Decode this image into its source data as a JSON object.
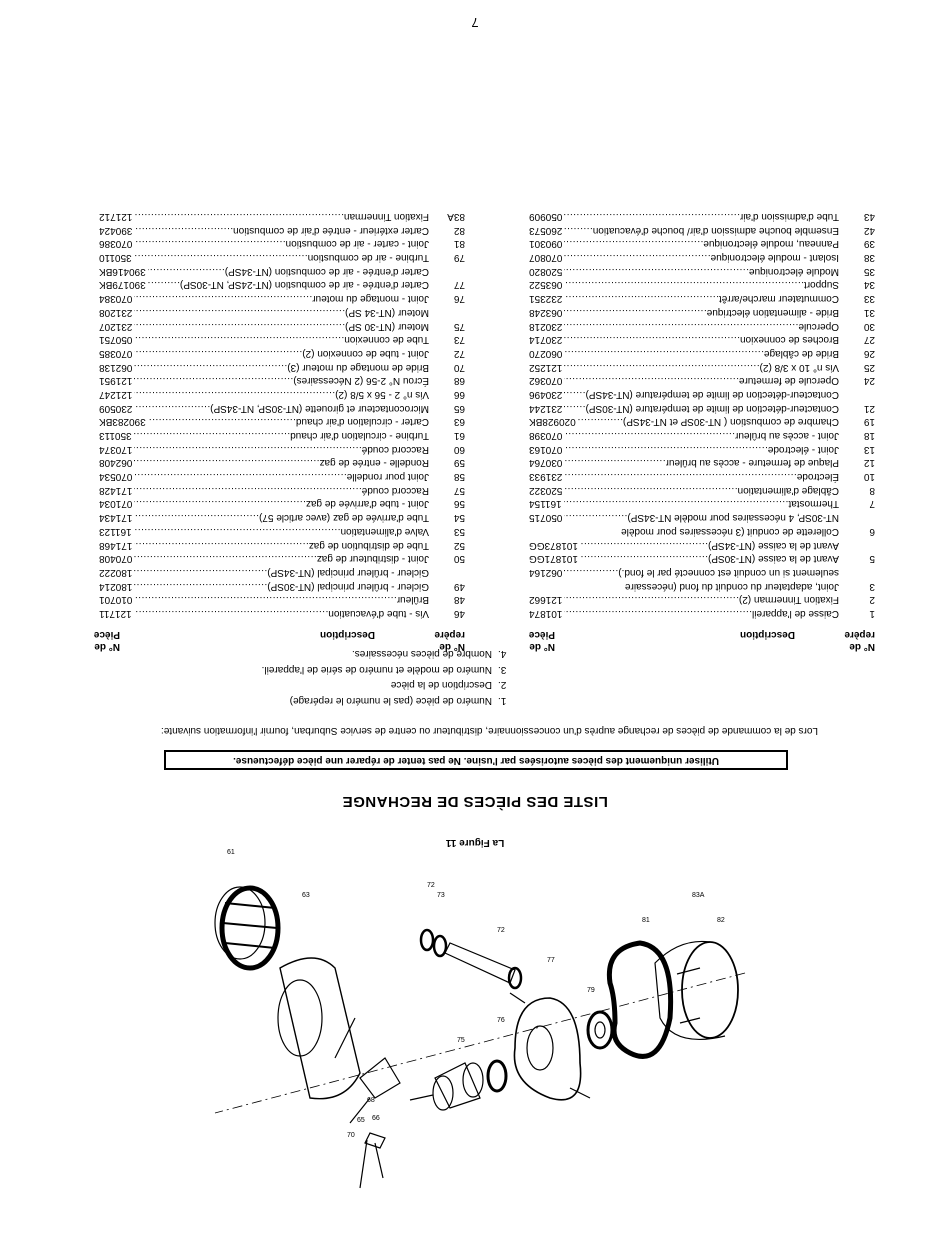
{
  "page_number": "7",
  "figure_title": "La Figure 11",
  "section_title": "LISTE DES PIÈCES DE RECHANGE",
  "warning": "Utiliser uniquement des pièces autorisées par l'usine. Ne pas tenter de réparer une pièce défectueuse.",
  "intro": "Lors de la commande de pièces de rechange auprès d'un concessionnaire, distributeur ou centre de service Suburban, fournir l'information suivante:",
  "info_items": [
    {
      "n": "1.",
      "text": "Numéro de pièce (pas le numéro le repérage)"
    },
    {
      "n": "2.",
      "text": "Description de la pièce"
    },
    {
      "n": "3.",
      "text": "Numéro de modèle et numéro de série de l'appareil."
    },
    {
      "n": "4.",
      "text": "Nombre de pièces nécessaires."
    }
  ],
  "headers": {
    "ref_line1": "N° de",
    "ref_line2": "repère",
    "desc": "Description",
    "part_line1": "N° de",
    "part_line2": "Pièce"
  },
  "columns": [
    [
      {
        "num": "1",
        "desc": "Caisse de l'appareil",
        "pn": "101874"
      },
      {
        "num": "2",
        "desc": "Fixation Tinnerman (2)",
        "pn": "121662"
      },
      {
        "num": "3",
        "desc": "Joint, adaptateur du conduit du fond (nécessaire",
        "pn": ""
      },
      {
        "num": "",
        "desc": "seulement si un conduit est connecté par le fond.)",
        "pn": "062164"
      },
      {
        "num": "5",
        "desc": "Avant de la caisse (NT-30SP)",
        "pn": "101871GG"
      },
      {
        "num": "",
        "desc": "Avant de la caisse (NT-34SP)",
        "pn": "101873GG"
      },
      {
        "num": "6",
        "desc": "Collerette de conduit (3 nécessaires pour modèle",
        "pn": ""
      },
      {
        "num": "",
        "desc": "NT-30SP, 4 nécessaires pour modèle NT-34SP)",
        "pn": "050715"
      },
      {
        "num": "7",
        "desc": "Thermostat",
        "pn": "161154"
      },
      {
        "num": "8",
        "desc": "Câblage d'alimentation",
        "pn": "520322"
      },
      {
        "num": "10",
        "desc": "Électrode",
        "pn": "231933"
      },
      {
        "num": "12",
        "desc": "Plaque de fermeture - accès au brûleur",
        "pn": "030764"
      },
      {
        "num": "13",
        "desc": "Joint - électrode",
        "pn": "070163"
      },
      {
        "num": "18",
        "desc": "Joint - accès au brûleur",
        "pn": "070398"
      },
      {
        "num": "19",
        "desc": "Chambre de combustion ( NT-30SP et NT-34SP)",
        "pn": "020928BK"
      },
      {
        "num": "21",
        "desc": "Contacteur-détection de limite de température (NT-30SP)",
        "pn": "231244"
      },
      {
        "num": "",
        "desc": "Contacteur-détection de limite de température (NT-34SP)",
        "pn": "230496"
      },
      {
        "num": "24",
        "desc": "Opercule de fermeture",
        "pn": "070362"
      },
      {
        "num": "25",
        "desc": "Vis n° 10 x 3/8 (2)",
        "pn": "121252"
      },
      {
        "num": "26",
        "desc": "Bride de câblage",
        "pn": "060270"
      },
      {
        "num": "27",
        "desc": "Broches de connexion",
        "pn": "230714"
      },
      {
        "num": "30",
        "desc": "Opercule",
        "pn": "230218"
      },
      {
        "num": "31",
        "desc": "Bride - alimentation électrique",
        "pn": "063248"
      },
      {
        "num": "33",
        "desc": "Commutateur marche/arrêt",
        "pn": "232351"
      },
      {
        "num": "34",
        "desc": "Support",
        "pn": "063522"
      },
      {
        "num": "35",
        "desc": "Module électronique",
        "pn": "520820"
      },
      {
        "num": "38",
        "desc": "Isolant - module électronique",
        "pn": "070807"
      },
      {
        "num": "39",
        "desc": "Panneau, module électronique",
        "pn": "090301"
      },
      {
        "num": "42",
        "desc": "Ensemble bouche admission d'air/ bouche d'évacuation",
        "pn": "260573"
      },
      {
        "num": "43",
        "desc": "Tube d'admission d'air",
        "pn": "050909"
      }
    ],
    [
      {
        "num": "46",
        "desc": "Vis - tube d'évacuation",
        "pn": "121711"
      },
      {
        "num": "48",
        "desc": "Brûleur",
        "pn": "010701"
      },
      {
        "num": "49",
        "desc": "Gicleur - brûleur principal (NT-30SP)",
        "pn": "180214"
      },
      {
        "num": "",
        "desc": "Gicleur - brûleur principal (NT-34SP)",
        "pn": "180222"
      },
      {
        "num": "50",
        "desc": "Joint - distributeur de gaz",
        "pn": "070408"
      },
      {
        "num": "52",
        "desc": "Tube de distribution de gaz",
        "pn": "171468"
      },
      {
        "num": "53",
        "desc": "Valve d'alimentation",
        "pn": "161123"
      },
      {
        "num": "54",
        "desc": "Tube d'arrivée de gaz (avec article 57)",
        "pn": "171434"
      },
      {
        "num": "56",
        "desc": "Joint - tube d'arrivée de gaz",
        "pn": "071034"
      },
      {
        "num": "57",
        "desc": "Raccord coudé",
        "pn": "171428"
      },
      {
        "num": "58",
        "desc": "Joint pour rondelle",
        "pn": "070534"
      },
      {
        "num": "59",
        "desc": "Rondelle - entrée de gaz",
        "pn": "062408"
      },
      {
        "num": "60",
        "desc": "Raccord coudé",
        "pn": "170374"
      },
      {
        "num": "61",
        "desc": "Turbine - circulation d'air chaud",
        "pn": "350113"
      },
      {
        "num": "63",
        "desc": "Carter - circulation d'air chaud",
        "pn": "390283BK"
      },
      {
        "num": "65",
        "desc": "Microcontacteur et girouette (NT-30SP, NT-34SP)",
        "pn": "230509"
      },
      {
        "num": "66",
        "desc": "Vis n° 2 - 56 x 5/8 (2)",
        "pn": "121247"
      },
      {
        "num": "68",
        "desc": "Écrou N° 2-56 (2 Nécessaires)",
        "pn": "121951"
      },
      {
        "num": "70",
        "desc": "Bride de montage du moteur (3)",
        "pn": "062138"
      },
      {
        "num": "72",
        "desc": "Joint - tube de connexion (2)",
        "pn": "070385"
      },
      {
        "num": "73",
        "desc": "Tube de connexion",
        "pn": "050751"
      },
      {
        "num": "75",
        "desc": "Moteur (NT-30 SP)",
        "pn": "231207"
      },
      {
        "num": "",
        "desc": "Moteur (NT-34 SP)",
        "pn": "231208"
      },
      {
        "num": "76",
        "desc": "Joint - montage du moteur",
        "pn": "070384"
      },
      {
        "num": "77",
        "desc": "Carter d'entrée - air de combustion (NT-24SP, NT-30SP)",
        "pn": "390179BK"
      },
      {
        "num": "",
        "desc": "Carter d'entrée - air de combustion (NT-34SP)",
        "pn": "390416BK"
      },
      {
        "num": "79",
        "desc": "Turbine - air de combustion",
        "pn": "350110"
      },
      {
        "num": "81",
        "desc": "Joint - carter - air de combustion",
        "pn": "070386"
      },
      {
        "num": "82",
        "desc": "Carter extérieur - entrée d'air de combustion",
        "pn": "390424"
      },
      {
        "num": "83A",
        "desc": "Fixation Tinnerman",
        "pn": "121712"
      }
    ]
  ],
  "callouts": [
    "61",
    "63",
    "65",
    "66",
    "68",
    "70",
    "72",
    "72",
    "73",
    "75",
    "76",
    "77",
    "79",
    "81",
    "82",
    "83A"
  ]
}
